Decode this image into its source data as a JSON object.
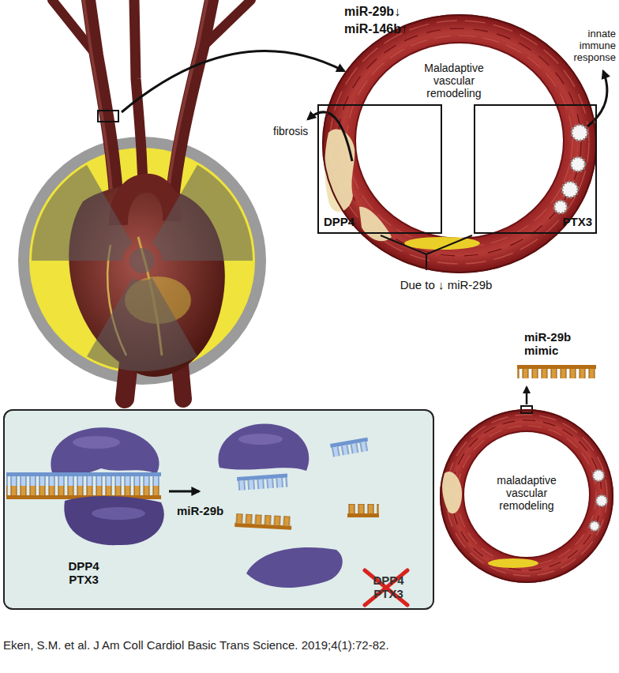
{
  "diagram": {
    "caption": "Eken, S.M. et al. J Am Coll Cardiol Basic Trans Science. 2019;4(1):72-82.",
    "nodes": [
      {
        "text": [
          "Maladaptive vascular remodeling"
        ]
      },
      {
        "text": [
          "DPP4"
        ]
      },
      {
        "text": [
          "PTX3"
        ]
      },
      {
        "text": [
          "DPP4 PTX3",
          "miR-29b",
          "DPP4 PTX3"
        ]
      },
      {
        "text": [
          "maladaptive vascular remodeling"
        ]
      }
    ],
    "labels": [
      "miR-29b↓",
      "miR-146b↑",
      "fibrosis",
      "innate immune response",
      "Due to ↓ miR-29b",
      "miR-29b mimic"
    ]
  }
}
